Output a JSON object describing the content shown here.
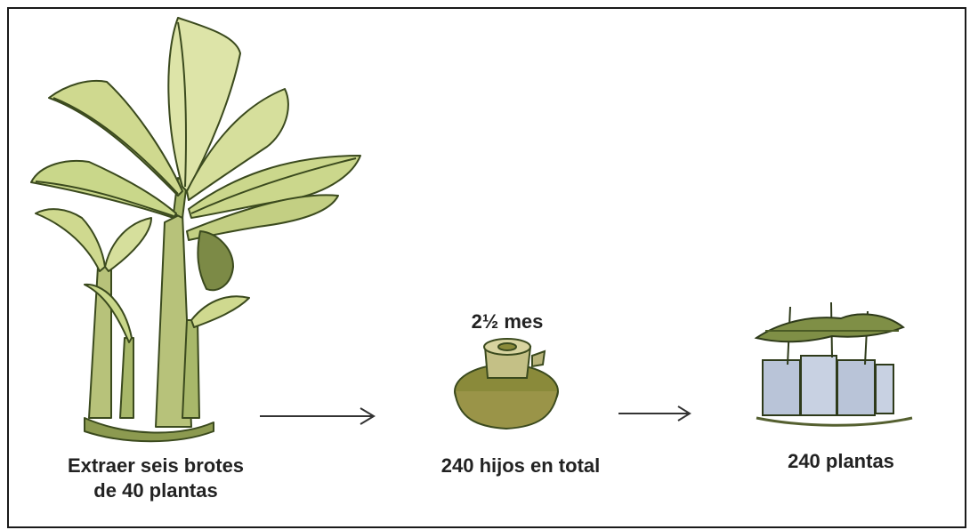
{
  "stages": [
    {
      "label_line1": "Extraer seis brotes",
      "label_line2": "de 40 plantas",
      "illustration": "banana-plant-cluster-icon"
    },
    {
      "top_label": "2½ mes",
      "label": "240 hijos en total",
      "illustration": "corm-sucker-icon"
    },
    {
      "label": "240 plantas",
      "illustration": "potted-plantlets-icon"
    }
  ],
  "colors": {
    "border": "#1a1a1a",
    "text": "#222222",
    "leaf": "#c9d78a",
    "stem": "#a8b86a",
    "outline": "#3b4a1e",
    "pot": "#b9c4d8",
    "corm": "#8a8a3a"
  }
}
